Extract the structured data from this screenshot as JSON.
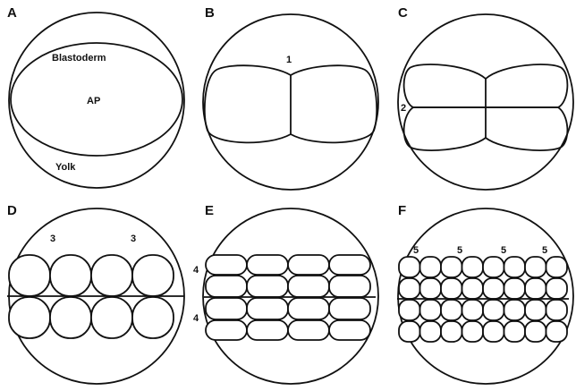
{
  "panels": [
    {
      "letter": "A",
      "labels": {
        "blastoderm": "Blastoderm",
        "ap": "AP",
        "yolk": "Yolk"
      }
    },
    {
      "letter": "B",
      "labels": [
        "1"
      ]
    },
    {
      "letter": "C",
      "labels": [
        "2"
      ]
    },
    {
      "letter": "D",
      "labels": [
        "3",
        "3"
      ]
    },
    {
      "letter": "E",
      "labels": [
        "4",
        "4"
      ]
    },
    {
      "letter": "F",
      "labels": [
        "5",
        "5",
        "5",
        "5"
      ]
    }
  ]
}
